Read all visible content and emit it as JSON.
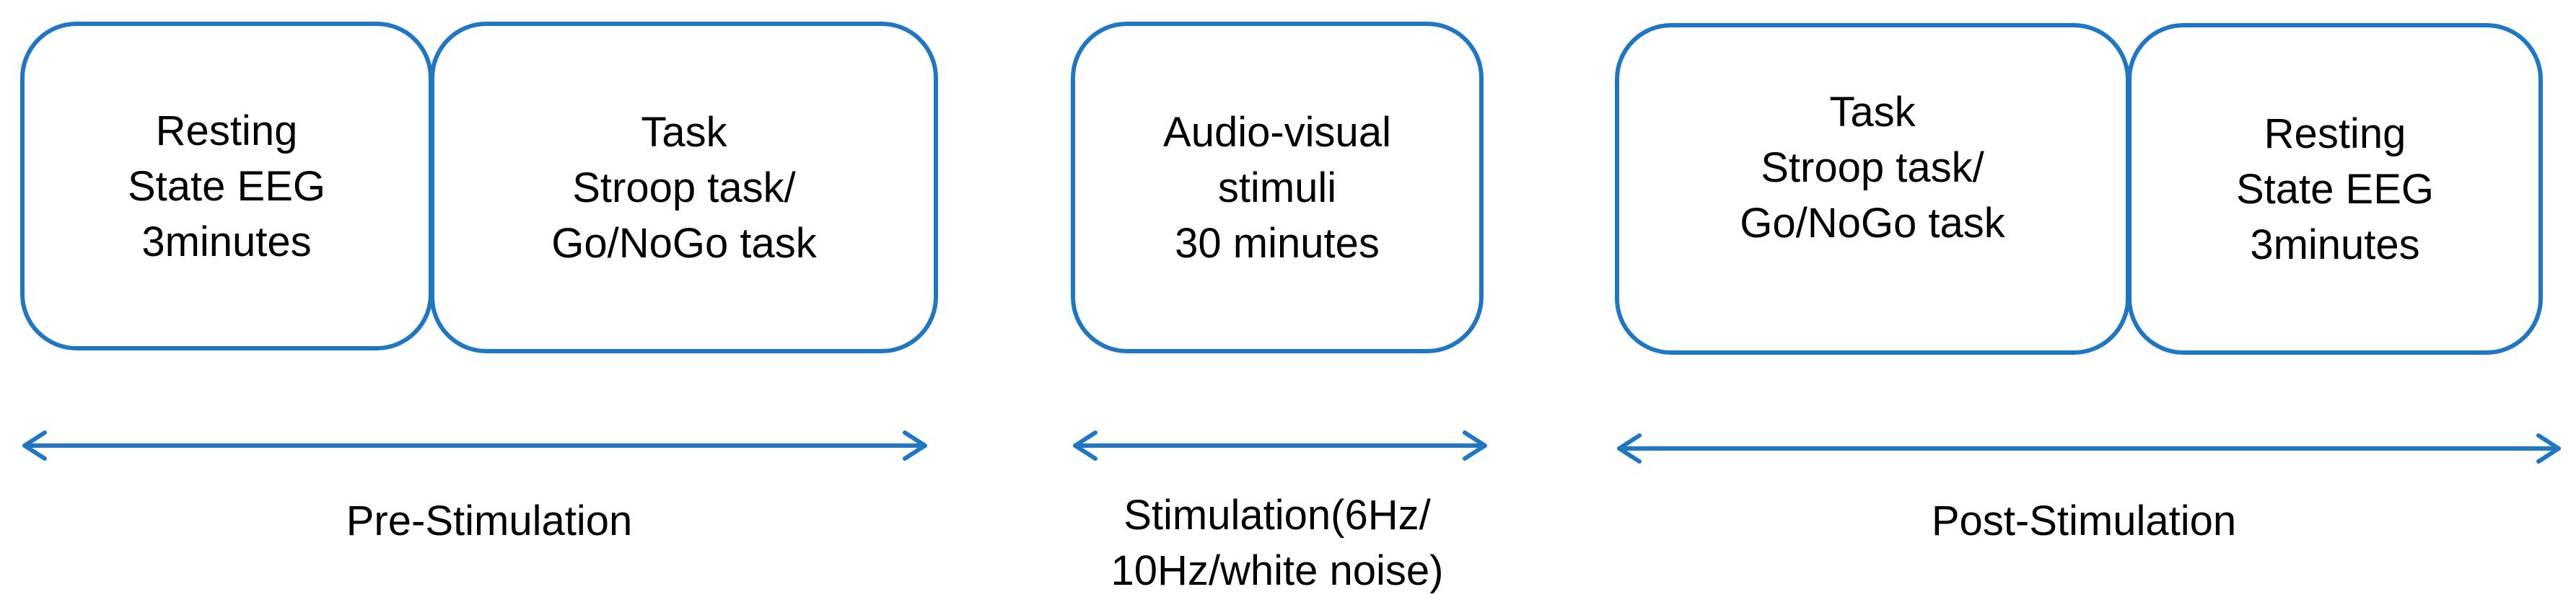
{
  "colors": {
    "accent": "#1f77c4",
    "text": "#000000",
    "background": "#ffffff"
  },
  "pre": {
    "resting_box": {
      "lines": [
        "Resting",
        "State EEG",
        "3minutes"
      ]
    },
    "task_box": {
      "lines": [
        "Task",
        "Stroop task/",
        "Go/NoGo task"
      ]
    },
    "label": {
      "lines": [
        "Pre-Stimulation"
      ]
    }
  },
  "stim": {
    "stimuli_box": {
      "lines": [
        "Audio-visual",
        "stimuli",
        "30 minutes"
      ]
    },
    "label": {
      "lines": [
        "Stimulation(6Hz/",
        "10Hz/white noise)"
      ]
    }
  },
  "post": {
    "task_box": {
      "lines": [
        "Task",
        "Stroop task/",
        "Go/NoGo task"
      ]
    },
    "resting_box": {
      "lines": [
        "Resting",
        "State EEG",
        "3minutes"
      ]
    },
    "label": {
      "lines": [
        "Post-Stimulation"
      ]
    }
  }
}
